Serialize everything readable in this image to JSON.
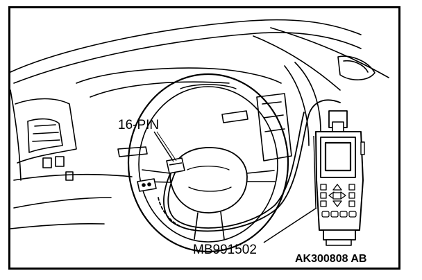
{
  "diagram": {
    "labels": {
      "connector": "16-PIN",
      "tool": "MB991502",
      "figure_code": "AK300808 AB"
    },
    "colors": {
      "ink": "#000000",
      "paper": "#ffffff"
    },
    "icons": [
      "dashboard-drawing",
      "steering-wheel-drawing",
      "scan-tool-device",
      "connector-plug"
    ]
  }
}
